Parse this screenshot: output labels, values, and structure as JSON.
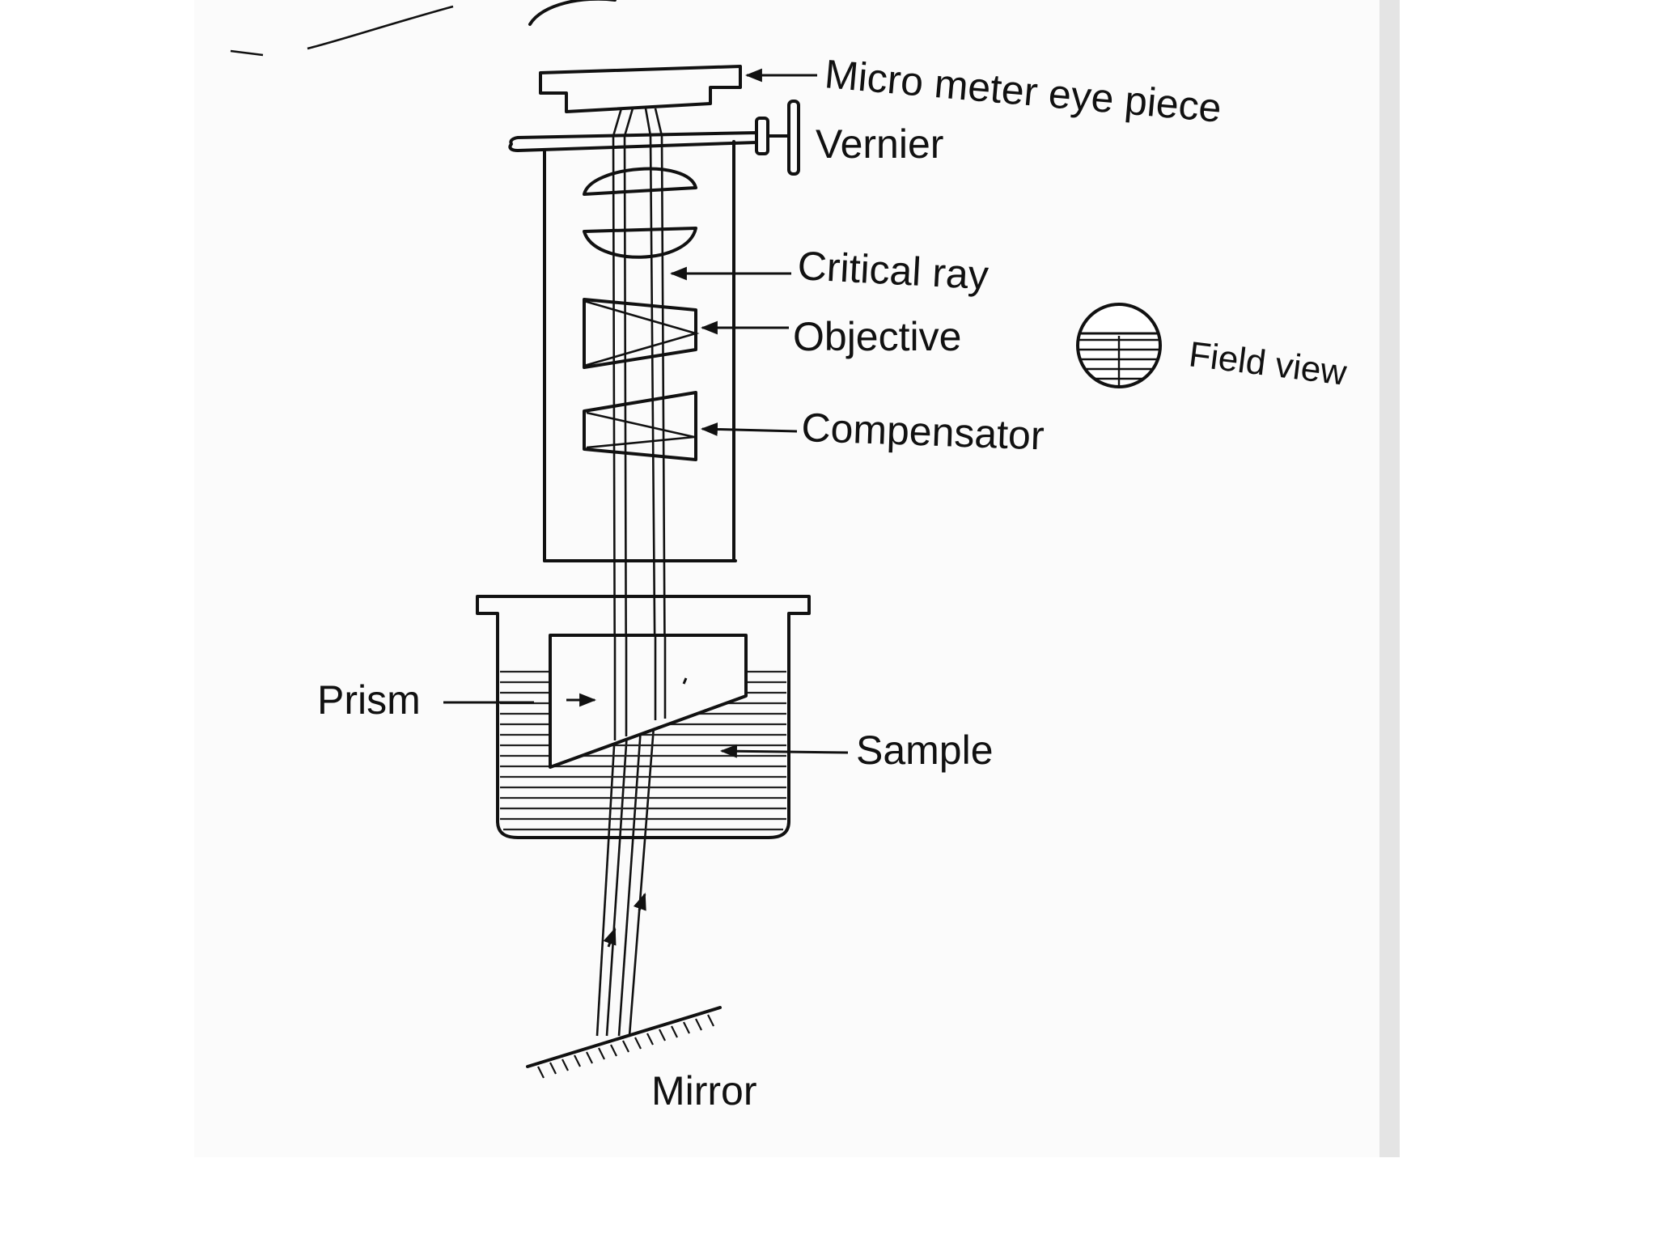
{
  "diagram": {
    "labels": {
      "eyepiece": "Micro meter eye piece",
      "vernier": "Vernier",
      "critical_ray": "Critical ray",
      "objective": "Objective",
      "compensator": "Compensator",
      "field_view": "Field view",
      "prism": "Prism",
      "sample": "Sample",
      "mirror": "Mirror"
    }
  },
  "colors": {
    "paper": "#fbfbfb",
    "ink": "#111111"
  }
}
